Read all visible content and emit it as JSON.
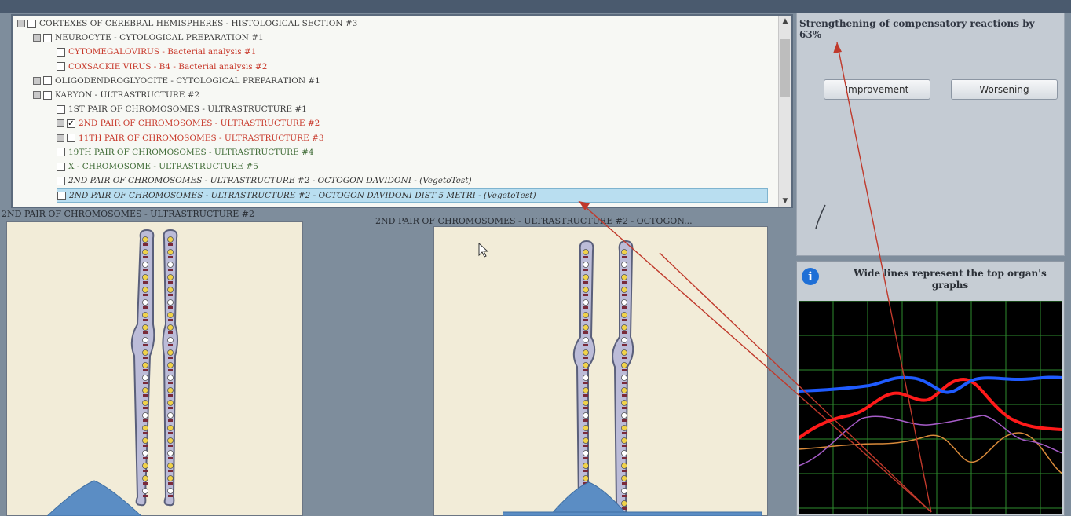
{
  "tree": {
    "items": [
      {
        "text": "CORTEXES OF CEREBRAL HEMISPHERES - HISTOLOGICAL SECTION #3",
        "color": "black",
        "indent": 0,
        "expander": true,
        "checked": false
      },
      {
        "text": "NEUROCYTE - CYTOLOGICAL PREPARATION #1",
        "color": "black",
        "indent": 1,
        "expander": true,
        "checked": false
      },
      {
        "text": "CYTOMEGALOVIRUS - Bacterial analysis #1",
        "color": "red",
        "indent": 2,
        "expander": false,
        "checked": false
      },
      {
        "text": "COXSACKIE VIRUS - B4 - Bacterial analysis #2",
        "color": "red",
        "indent": 2,
        "expander": false,
        "checked": false
      },
      {
        "text": "OLIGODENDROGLYOCITE - CYTOLOGICAL PREPARATION #1",
        "color": "black",
        "indent": 1,
        "expander": true,
        "checked": false
      },
      {
        "text": "KARYON - ULTRASTRUCTURE #2",
        "color": "black",
        "indent": 1,
        "expander": true,
        "checked": false
      },
      {
        "text": "1ST PAIR OF CHROMOSOMES - ULTRASTRUCTURE #1",
        "color": "black",
        "indent": 2,
        "expander": false,
        "checked": false
      },
      {
        "text": "2ND PAIR OF CHROMOSOMES - ULTRASTRUCTURE #2",
        "color": "red",
        "indent": 2,
        "expander": true,
        "checked": true
      },
      {
        "text": "11TH PAIR OF CHROMOSOMES - ULTRASTRUCTURE #3",
        "color": "red",
        "indent": 2,
        "expander": true,
        "checked": false
      },
      {
        "text": "19TH PAIR OF CHROMOSOMES - ULTRASTRUCTURE #4",
        "color": "green",
        "indent": 2,
        "expander": false,
        "checked": false
      },
      {
        "text": "X - CHROMOSOME - ULTRASTRUCTURE #5",
        "color": "green",
        "indent": 2,
        "expander": false,
        "checked": false
      },
      {
        "text": "2ND PAIR OF CHROMOSOMES - ULTRASTRUCTURE #2 - OCTOGON DAVIDONI - (VegetoTest)",
        "color": "italic",
        "indent": 2,
        "expander": false,
        "checked": false
      },
      {
        "text": "2ND PAIR OF CHROMOSOMES - ULTRASTRUCTURE #2 - OCTOGON DAVIDONI DIST 5 METRI - (VegetoTest)",
        "color": "italic",
        "indent": 2,
        "expander": false,
        "checked": false,
        "selected": true
      }
    ]
  },
  "status": {
    "message": "Strengthening of compensatory reactions by 63%",
    "improvement_label": "Improvement",
    "worsening_label": "Worsening"
  },
  "graph": {
    "caption": "Wide lines represent the top organ's graphs",
    "info_icon": "info-icon",
    "colors": {
      "bg": "#000000",
      "grid": "#2e8b2e",
      "blue": "#1f5bff",
      "red": "#ff1a1a",
      "purple": "#a65cc8",
      "orange": "#d98a3a"
    }
  },
  "left_label": "2ND PAIR OF CHROMOSOMES - ULTRASTRUCTURE #2",
  "right_label": "2ND PAIR OF CHROMOSOMES - ULTRASTRUCTURE #2 - OCTOGON..."
}
